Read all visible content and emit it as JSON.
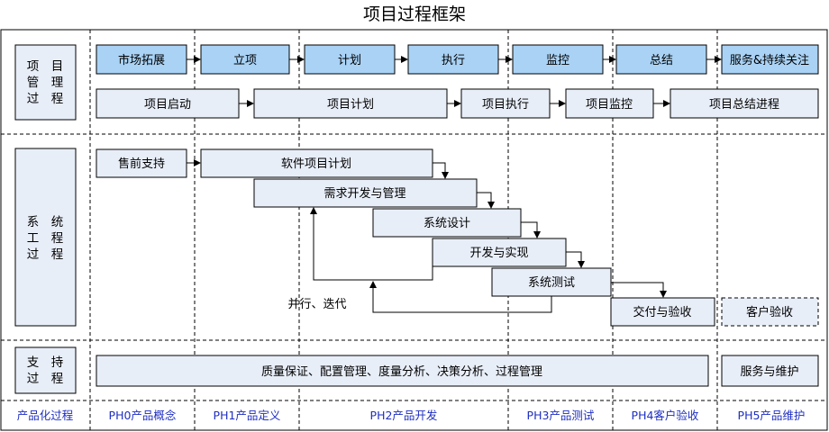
{
  "title": "项目过程框架",
  "rows": {
    "pm": [
      "项　目",
      "管　理",
      "过　程"
    ],
    "se": [
      "系　统",
      "工　程",
      "过　程"
    ],
    "sp": [
      "支　持",
      "过　程"
    ]
  },
  "pm_stages": [
    "市场拓展",
    "立项",
    "计划",
    "执行",
    "监控",
    "总结",
    "服务&持续关注"
  ],
  "pm_processes": [
    "项目启动",
    "项目计划",
    "项目执行",
    "项目监控",
    "项目总结进程"
  ],
  "se_items": {
    "presale": "售前支持",
    "plan": "软件项目计划",
    "req": "需求开发与管理",
    "design": "系统设计",
    "dev": "开发与实现",
    "test": "系统测试",
    "delivery": "交付与验收",
    "acceptance": "客户验收",
    "iterate": "并行、迭代"
  },
  "support": {
    "main": "质量保证、配置管理、度量分析、决策分析、过程管理",
    "service": "服务与维护"
  },
  "phases": [
    "产品化过程",
    "PH0产品概念",
    "PH1产品定义",
    "PH2产品开发",
    "PH3产品测试",
    "PH4客户验收",
    "PH5产品维护"
  ],
  "colors": {
    "stage_fill": "#a9d2f5",
    "box_fill": "#e8eef8",
    "phase_text": "#1f2fbf"
  }
}
